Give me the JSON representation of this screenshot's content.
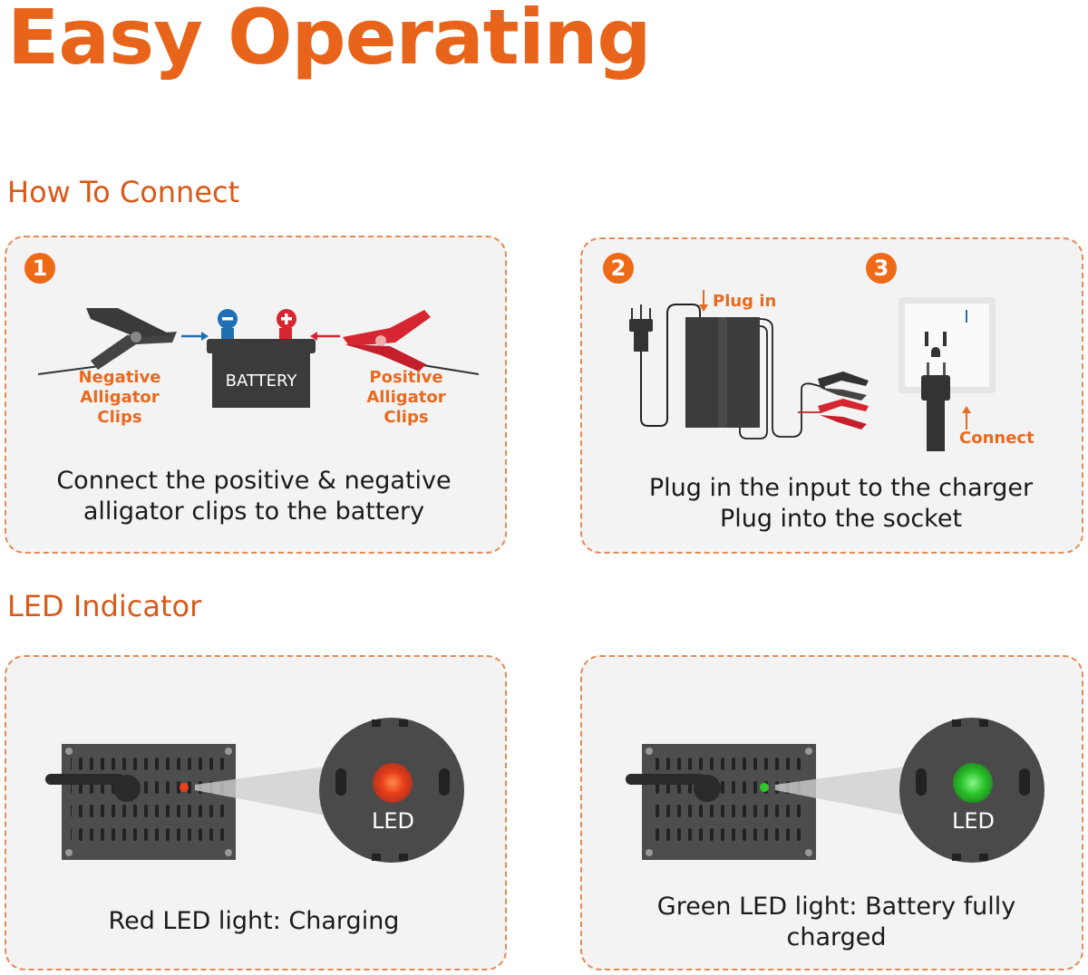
{
  "title": "Easy Operating",
  "how_to_connect": {
    "heading": "How To Connect",
    "step1": {
      "number": "1",
      "negative_label": [
        "Negative",
        "Alligator Clips"
      ],
      "positive_label": [
        "Positive",
        "Alligator Clips"
      ],
      "battery_label": "BATTERY",
      "caption": [
        "Connect the positive & negative",
        "alligator clips to the battery"
      ]
    },
    "step2": {
      "number": "2",
      "plug_in_label": "Plug in"
    },
    "step3": {
      "number": "3",
      "connect_label": "Connect"
    },
    "step23_caption": [
      "Plug in the input to the charger",
      "Plug into the socket"
    ]
  },
  "led_indicator": {
    "heading": "LED Indicator",
    "red": {
      "led_label": "LED",
      "caption": "Red LED light: Charging",
      "color": "#e8401a"
    },
    "green": {
      "led_label": "LED",
      "caption": [
        "Green LED light: Battery fully",
        "charged"
      ],
      "color": "#2ec82e"
    }
  },
  "colors": {
    "accent": "#e8641a",
    "card_border": "#e58a55",
    "card_bg": "#f3f3f3",
    "negative_blue": "#1f6fb4",
    "positive_red": "#d62631"
  }
}
